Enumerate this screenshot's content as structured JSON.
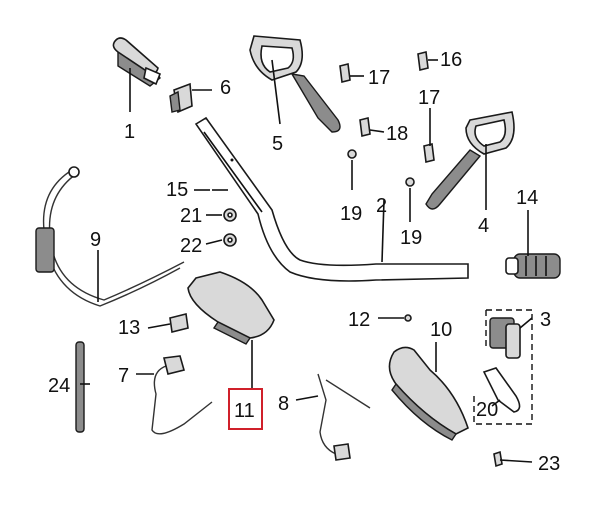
{
  "callouts": {
    "c1": "1",
    "c2": "2",
    "c3": "3",
    "c4": "4",
    "c5": "5",
    "c6": "6",
    "c7": "7",
    "c8": "8",
    "c9": "9",
    "c10": "10",
    "c11": "11",
    "c12": "12",
    "c13": "13",
    "c14": "14",
    "c15": "15",
    "c16": "16",
    "c17a": "17",
    "c17b": "17",
    "c18": "18",
    "c19a": "19",
    "c19b": "19",
    "c20": "20",
    "c21": "21",
    "c22": "22",
    "c23": "23",
    "c24": "24"
  },
  "highlight": {
    "callout": "11",
    "color": "#d0202a"
  }
}
